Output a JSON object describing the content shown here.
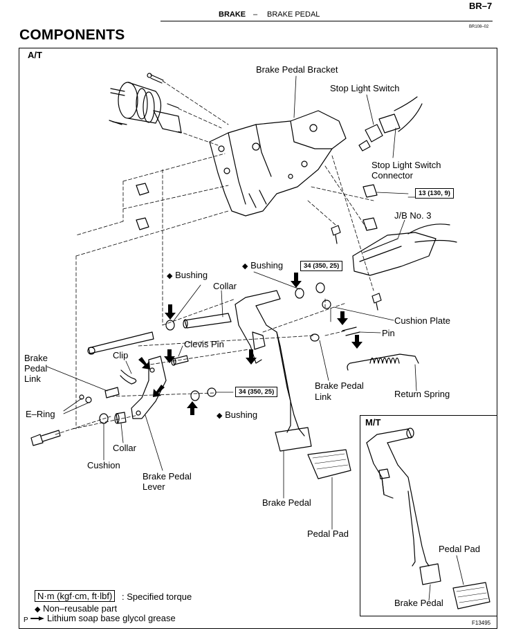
{
  "header": {
    "page_number": "BR–7",
    "section": "BRAKE",
    "separator": "–",
    "subsection": "BRAKE PEDAL",
    "doc_code": "BR108–02"
  },
  "title": "COMPONENTS",
  "main_box": {
    "label": "A/T"
  },
  "mt_box": {
    "label": "M/T"
  },
  "labels": {
    "brake_pedal_bracket": "Brake Pedal Bracket",
    "stop_light_switch": "Stop Light Switch",
    "stop_light_switch_connector_1": "Stop Light Switch",
    "stop_light_switch_connector_2": "Connector",
    "jb_no3": "J/B No. 3",
    "bushing_1": "Bushing",
    "bushing_2": "Bushing",
    "bushing_3": "Bushing",
    "collar_1": "Collar",
    "collar_2": "Collar",
    "clevis_pin": "Clevis Pin",
    "clip": "Clip",
    "brake_pedal_link_left_1": "Brake",
    "brake_pedal_link_left_2": "Pedal",
    "brake_pedal_link_left_3": "Link",
    "brake_pedal_link_right_1": "Brake Pedal",
    "brake_pedal_link_right_2": "Link",
    "e_ring": "E–Ring",
    "cushion": "Cushion",
    "cushion_plate": "Cushion Plate",
    "pin": "Pin",
    "return_spring": "Return Spring",
    "brake_pedal_lever_1": "Brake Pedal",
    "brake_pedal_lever_2": "Lever",
    "brake_pedal": "Brake Pedal",
    "pedal_pad": "Pedal Pad",
    "mt_pedal_pad": "Pedal Pad",
    "mt_brake_pedal": "Brake Pedal"
  },
  "torques": {
    "t1": "13 (130, 9)",
    "t2": "34 (350, 25)",
    "t3": "34 (350, 25)"
  },
  "legend": {
    "torque_unit": "N·m (kgf·cm, ft·lbf)",
    "torque_desc": ": Specified torque",
    "non_reusable_symbol": "◆",
    "non_reusable": "Non–reusable part",
    "grease_prefix": "P",
    "grease": "Lithium soap base glycol grease"
  },
  "diamond_symbol": "◆",
  "figure_code": "F13495"
}
